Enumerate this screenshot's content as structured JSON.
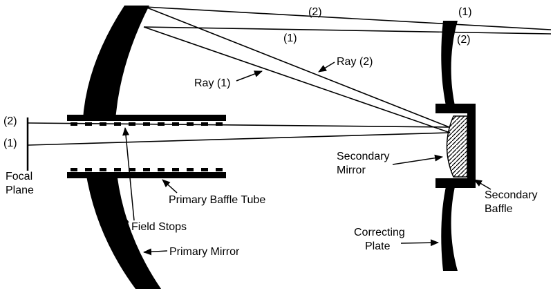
{
  "diagram": {
    "colors": {
      "ink": "#000000",
      "background": "#ffffff"
    },
    "top_rays": {
      "ray2_tag": "(2)",
      "ray1_tag": "(1)"
    },
    "ray_labels": {
      "ray2": "Ray (2)",
      "ray1": "Ray (1)"
    },
    "focal_plane": {
      "ray2_tag": "(2)",
      "ray1_tag": "(1)",
      "caption_line1": "Focal",
      "caption_line2": "Plane"
    },
    "callouts": {
      "primary_baffle_tube": "Primary Baffle Tube",
      "field_stops": "Field Stops",
      "primary_mirror": "Primary Mirror",
      "secondary_mirror_line1": "Secondary",
      "secondary_mirror_line2": "Mirror",
      "secondary_baffle_line1": "Secondary",
      "secondary_baffle_line2": "Baffle",
      "correcting_plate_line1": "Correcting",
      "correcting_plate_line2": "Plate"
    },
    "exit_rays": {
      "ray1_tag": "(1)",
      "ray2_tag": "(2)"
    }
  }
}
